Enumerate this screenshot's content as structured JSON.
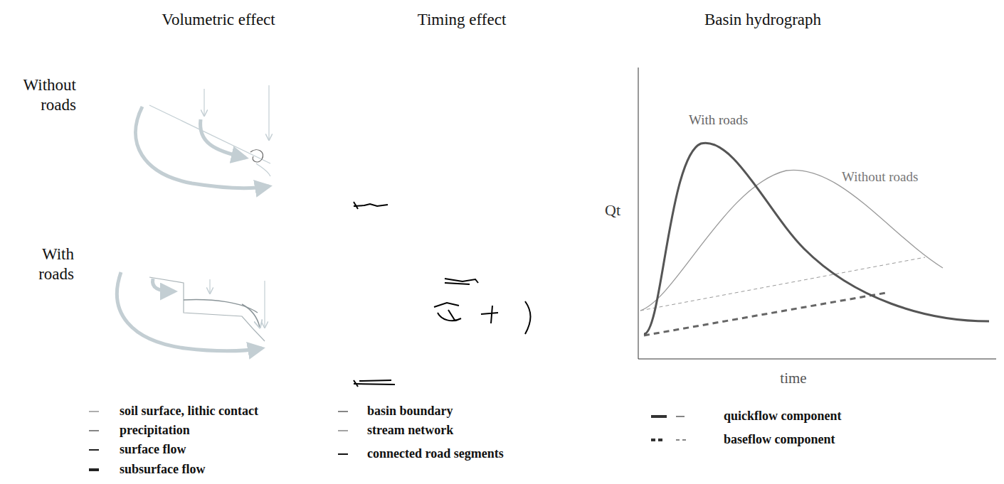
{
  "diagram": {
    "labels": [
      "Volumetric effect",
      "Timing effect",
      "Basin hydrograph",
      "Without roads",
      "With roads",
      "Qt",
      "time",
      "With roads",
      "Without roads"
    ],
    "legend": [
      {
        "text": "soil surface, lithic contact"
      },
      {
        "text": "precipitation"
      },
      {
        "text": "surface flow"
      },
      {
        "text": "subsurface flow"
      },
      {
        "text": "basin boundary"
      },
      {
        "text": "stream network"
      },
      {
        "text": "connected road segments"
      },
      {
        "text": "quickflow component"
      },
      {
        "text": "baseflow component"
      }
    ]
  }
}
